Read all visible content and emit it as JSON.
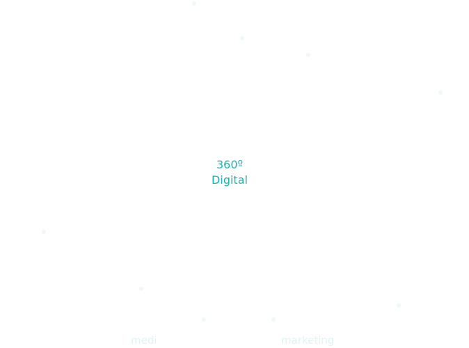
{
  "center": {
    "line1": "360º",
    "line2": "Digital"
  },
  "segments": {
    "bottom_left_partial": "medi",
    "bottom_right_partial": "marketing"
  },
  "colors": {
    "accent": "#17b3b0",
    "faint_text": "#dff4f3",
    "background": "#ffffff"
  }
}
